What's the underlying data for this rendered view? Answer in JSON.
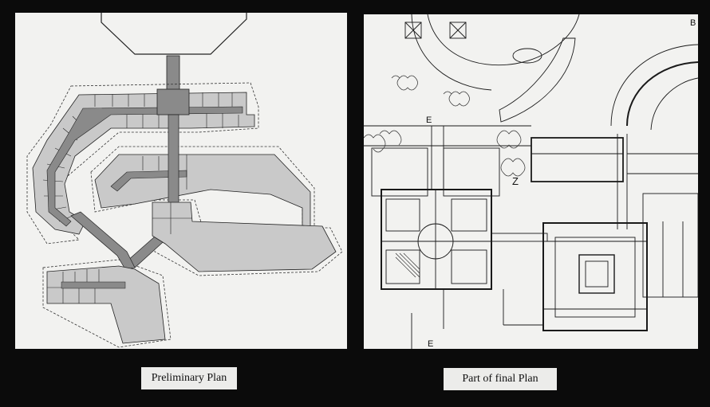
{
  "captions": {
    "left": "Preliminary Plan",
    "right": "Part of final Plan"
  },
  "plan_labels": {
    "section_marker": "E",
    "north_marker": "Z",
    "corner_marker": "B"
  },
  "colors": {
    "background": "#0b0b0b",
    "paper": "#f2f2f0",
    "fill_gray": "#c9c9c9",
    "corridor": "#8a8a8a",
    "ink": "#1a1a1a"
  }
}
